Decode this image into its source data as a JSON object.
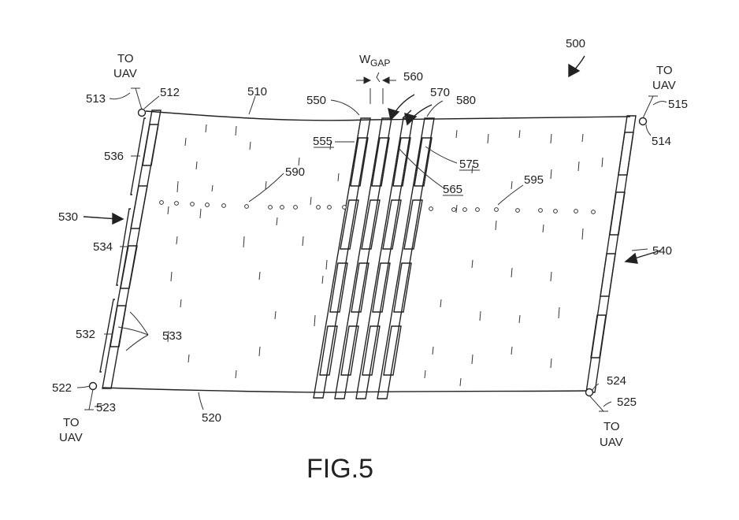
{
  "figure": {
    "caption": "FIG.5",
    "labels": {
      "n500": "500",
      "n510": "510",
      "n512": "512",
      "n513": "513",
      "n514": "514",
      "n515": "515",
      "n520": "520",
      "n522": "522",
      "n523": "523",
      "n524": "524",
      "n525": "525",
      "n530": "530",
      "n532": "532",
      "n533": "533",
      "n534": "534",
      "n536": "536",
      "n540": "540",
      "n550": "550",
      "n555": "555",
      "n560": "560",
      "n565": "565",
      "n570": "570",
      "n575": "575",
      "n580": "580",
      "n590": "590",
      "n595": "595",
      "to": "TO",
      "uav": "UAV",
      "wgap_w": "W",
      "wgap_sub": "GAP"
    }
  }
}
